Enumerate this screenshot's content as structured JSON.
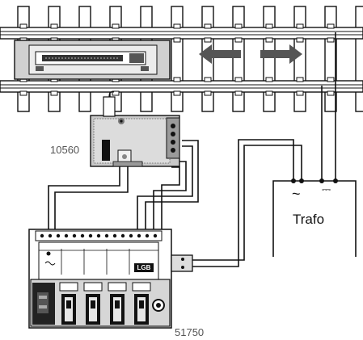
{
  "labels": {
    "signal_module": "10560",
    "control_panel": "51750",
    "transformer": "Trafo",
    "ac_symbol": "~",
    "dc_symbol": "⎓",
    "brand": "LGB"
  },
  "colors": {
    "line": "#111111",
    "grey_dark": "#555555",
    "grey_mid": "#9a9a9a",
    "grey_light": "#d0d0d0"
  },
  "icons": {
    "direction_left": "arrow-left-icon",
    "direction_right": "arrow-right-icon"
  }
}
